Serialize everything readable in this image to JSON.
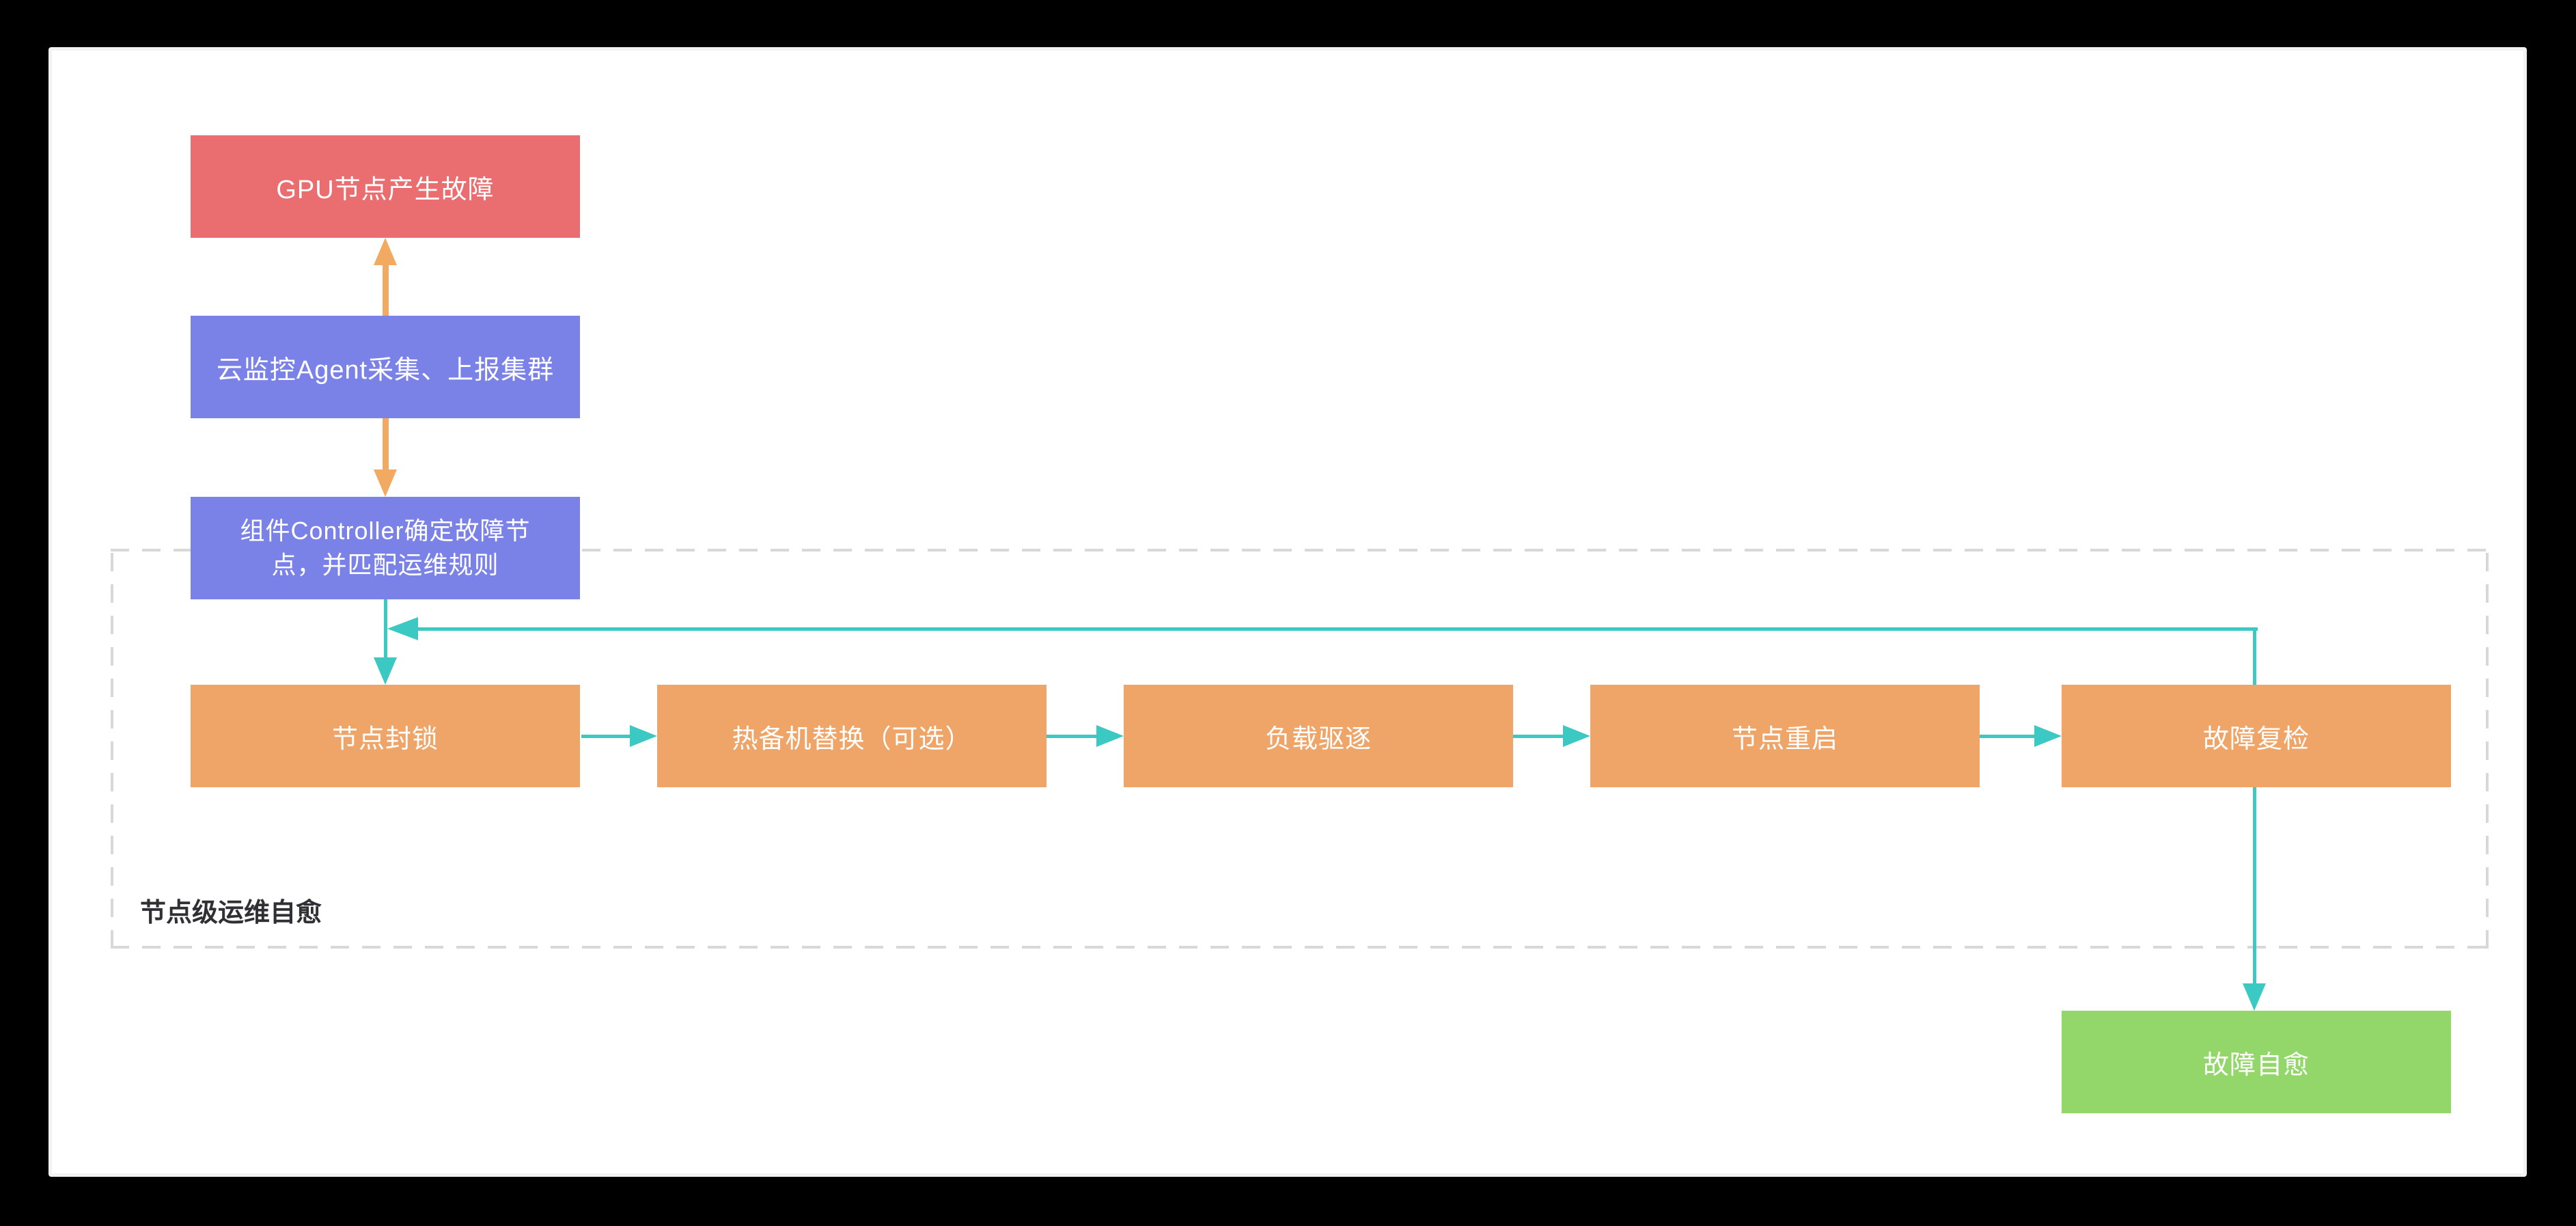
{
  "page": {
    "background": "#000000",
    "surface_color": "#ffffff"
  },
  "diagram": {
    "nodes": {
      "gpu_fault": {
        "label": "GPU节点产生故障",
        "color": "#ea6d70"
      },
      "cloud_agent": {
        "label": "云监控Agent采集、上报集群",
        "color": "#7a82e8"
      },
      "controller": {
        "label": "组件Controller确定故障节\n点，并匹配运维规则",
        "color": "#7a82e8"
      },
      "node_block": {
        "label": "节点封锁",
        "color": "#f0a568"
      },
      "hot_standby": {
        "label": "热备机替换（可选）",
        "color": "#f0a568"
      },
      "load_evict": {
        "label": "负载驱逐",
        "color": "#f0a568"
      },
      "node_restart": {
        "label": "节点重启",
        "color": "#f0a568"
      },
      "fault_recheck": {
        "label": "故障复检",
        "color": "#f0a568"
      },
      "fault_healed": {
        "label": "故障自愈",
        "color": "#93d76b"
      }
    },
    "group": {
      "label": "节点级运维自愈",
      "border_color": "#d8d8d8",
      "label_color": "#2e3033"
    },
    "connectors": {
      "flow_color": "#3cc9c4",
      "report_color": "#f2aa63"
    }
  }
}
